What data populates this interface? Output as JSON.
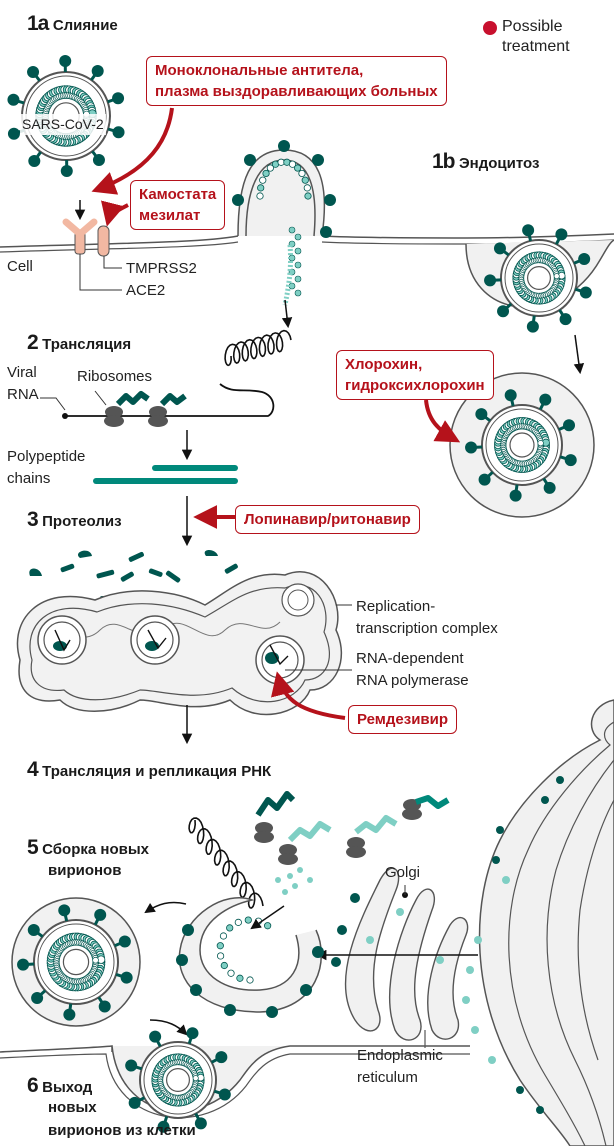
{
  "legend": {
    "label": "Possible treatment",
    "line1": "Possible",
    "line2": "treatment",
    "color": "#c8102e"
  },
  "colors": {
    "virus": "#00564f",
    "virus_light": "#7fcfc4",
    "membrane": "#555555",
    "cell_fill": "#f1f1f1",
    "treatment": "#b5121b",
    "receptor": "#f2b8a2"
  },
  "steps": {
    "fusion": {
      "num": "1a",
      "title": "Слияние"
    },
    "endocytosis": {
      "num": "1b",
      "title": "Эндоцитоз"
    },
    "translation": {
      "num": "2",
      "title": "Трансляция"
    },
    "proteolysis": {
      "num": "3",
      "title": "Протеолиз"
    },
    "replication": {
      "num": "4",
      "title": "Трансляция и репликация РНК"
    },
    "assembly": {
      "num": "5",
      "title_line1": "Сборка новых",
      "title_line2": "вирионов"
    },
    "release": {
      "num": "6",
      "title_line1": "Выход",
      "title_line2": "новых",
      "title_line3": "вирионов из клетки"
    }
  },
  "labels": {
    "sars": "SARS-CoV-2",
    "cell": "Cell",
    "tmprss2": "TMPRSS2",
    "ace2": "ACE2",
    "viral_rna_1": "Viral",
    "viral_rna_2": "RNA",
    "ribosomes": "Ribosomes",
    "polypeptide_1": "Polypeptide",
    "polypeptide_2": "chains",
    "rtc_1": "Replication-",
    "rtc_2": "transcription complex",
    "rdrp_1": "RNA-dependent",
    "rdrp_2": "RNA polymerase",
    "golgi": "Golgi",
    "er_1": "Endoplasmic",
    "er_2": "reticulum"
  },
  "treatments": {
    "antibodies_line1": "Моноклональные антитела,",
    "antibodies_line2": "плазма выздоравливающих больных",
    "camostat_line1": "Камостата",
    "camostat_line2": "мезилат",
    "chloroquine_line1": "Хлорохин,",
    "chloroquine_line2": "гидроксихлорохин",
    "lopinavir": "Лопинавир/ритонавир",
    "remdesivir": "Ремдезивир"
  }
}
